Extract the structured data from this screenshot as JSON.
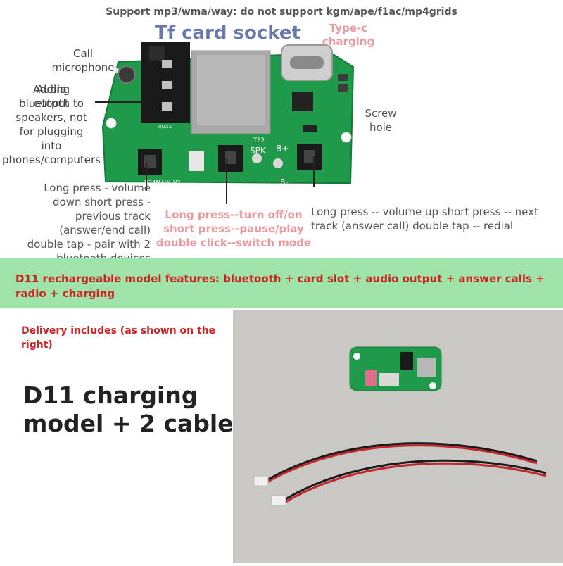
{
  "header": {
    "support_note": "Support mp3/wma/way: do not support kgm/ape/f1ac/mp4grids"
  },
  "labels": {
    "tf_card": "Tf card socket",
    "type_c_line1": "Type-c",
    "type_c_line2": "charging",
    "call_mic_line1": "Call",
    "call_mic_line2": "microphone",
    "audio_line1": "Adding",
    "audio_line1b": "Audio",
    "audio_line2": "bluetooth to",
    "audio_line2b": "output",
    "audio_line3": "speakers, not",
    "audio_line4": "for plugging",
    "audio_line5": "into",
    "audio_line6": "phones/computers",
    "screw_line1": "Screw",
    "screw_line2": "hole",
    "left_btn_line1": "Long press - volume",
    "left_btn_line2": "down short press -",
    "left_btn_line3": "previous track",
    "left_btn_line4": "(answer/end call)",
    "left_btn_line5": "double tap - pair with 2",
    "left_btn_line6": "bluetooth devices",
    "mid_btn_line1": "Long press--turn off/on",
    "mid_btn_line2": "short press--pause/play",
    "mid_btn_line3": "double click--switch mode",
    "right_btn_line1": "Long press -- volume up short press -- next",
    "right_btn_line2": "track (answer call) double tap -- redial"
  },
  "board_silkscreen": {
    "aux": "AUX1",
    "tf2": "TF2",
    "spk": "SPK",
    "bplus": "B+",
    "bminus": "B-",
    "model": "D24MAIN_V2"
  },
  "features": "D11 rechargeable model features: bluetooth + card slot + audio output + answer calls + radio + charging",
  "delivery": {
    "note": "Delivery includes (as shown on the right)",
    "title_line1": "D11 charging",
    "title_line2": "model + 2 cables"
  },
  "colors": {
    "pcb_green": "#1f9a4a",
    "band_green": "#9fe3a9",
    "red_text": "#cc2222",
    "pink_text": "#e79aa0",
    "title_blue": "#6b78b0"
  }
}
